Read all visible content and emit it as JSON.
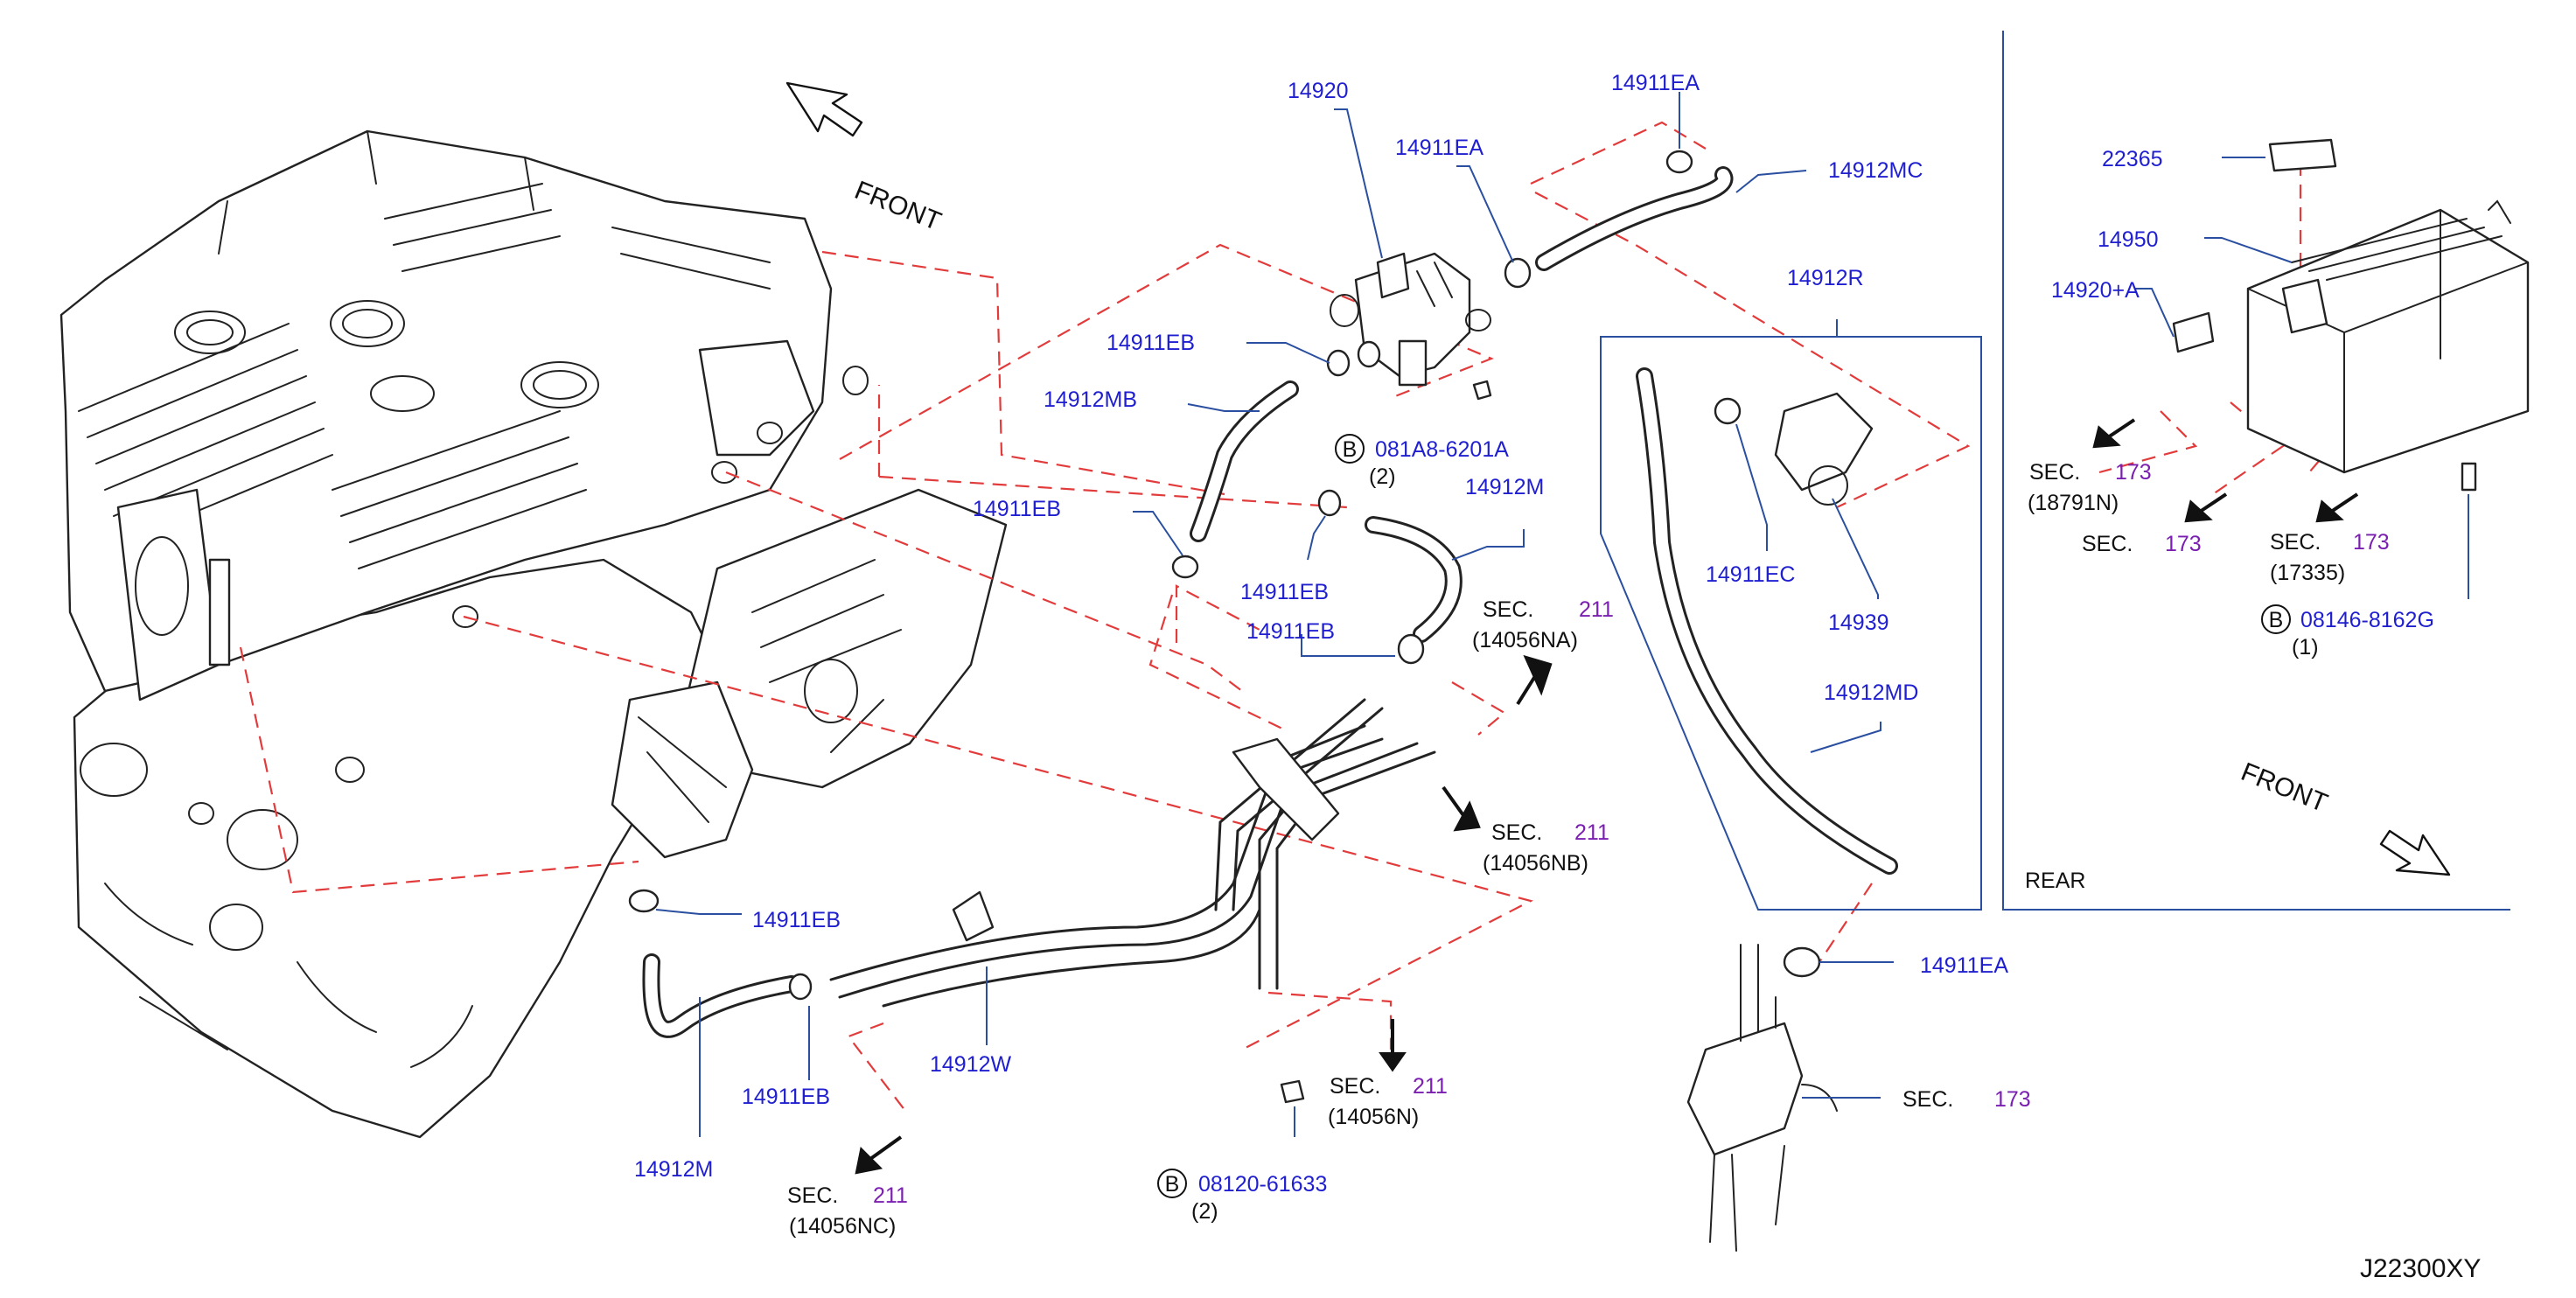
{
  "direction_labels": {
    "front_main": "FRONT",
    "front_inset": "FRONT",
    "rear_inset": "REAR"
  },
  "part_labels": [
    {
      "id": "14920",
      "text": "14920"
    },
    {
      "id": "14911EA-top",
      "text": "14911EA"
    },
    {
      "id": "14911EA-left",
      "text": "14911EA"
    },
    {
      "id": "14912MC",
      "text": "14912MC"
    },
    {
      "id": "14912R",
      "text": "14912R"
    },
    {
      "id": "14911EB-a",
      "text": "14911EB"
    },
    {
      "id": "14912MB",
      "text": "14912MB"
    },
    {
      "id": "14911EB-b",
      "text": "14911EB"
    },
    {
      "id": "14912M-upper",
      "text": "14912M"
    },
    {
      "id": "14911EB-c",
      "text": "14911EB"
    },
    {
      "id": "14911EB-d",
      "text": "14911EB"
    },
    {
      "id": "14911EC",
      "text": "14911EC"
    },
    {
      "id": "14939",
      "text": "14939"
    },
    {
      "id": "14912MD",
      "text": "14912MD"
    },
    {
      "id": "14911EB-e",
      "text": "14911EB"
    },
    {
      "id": "14911EB-f",
      "text": "14911EB"
    },
    {
      "id": "14912W",
      "text": "14912W"
    },
    {
      "id": "14912M-lower",
      "text": "14912M"
    },
    {
      "id": "14911EA-bottom",
      "text": "14911EA"
    },
    {
      "id": "22365",
      "text": "22365"
    },
    {
      "id": "14950",
      "text": "14950"
    },
    {
      "id": "14920A",
      "text": "14920+A"
    }
  ],
  "bolts": [
    {
      "id": "bolt-081A8",
      "text": "081A8-6201A",
      "qty": "(2)"
    },
    {
      "id": "bolt-08120",
      "text": "08120-61633",
      "qty": "(2)"
    },
    {
      "id": "bolt-08146",
      "text": "08146-8162G",
      "qty": "(1)"
    }
  ],
  "bolt_prefix": "B",
  "section_refs": [
    {
      "id": "sec-14056NA",
      "word": "SEC.",
      "num": "211",
      "sub": "(14056NA)"
    },
    {
      "id": "sec-14056NB",
      "word": "SEC.",
      "num": "211",
      "sub": "(14056NB)"
    },
    {
      "id": "sec-14056N",
      "word": "SEC.",
      "num": "211",
      "sub": "(14056N)"
    },
    {
      "id": "sec-14056NC",
      "word": "SEC.",
      "num": "211",
      "sub": "(14056NC)"
    },
    {
      "id": "sec-173-canister",
      "word": "SEC.",
      "num": "173",
      "sub": ""
    },
    {
      "id": "sec-18791N",
      "word": "SEC.",
      "num": "173",
      "sub": "(18791N)"
    },
    {
      "id": "sec-173-mid",
      "word": "SEC.",
      "num": "173",
      "sub": ""
    },
    {
      "id": "sec-17335",
      "word": "SEC.",
      "num": "173",
      "sub": "(17335)"
    }
  ],
  "diagram_code": "J22300XY",
  "colors": {
    "part_number": "#1f1fd0",
    "section_number": "#7a1fb0",
    "leader": "#2a4fa0",
    "dashed_connector": "#e23b3b",
    "line_art": "#222222"
  }
}
